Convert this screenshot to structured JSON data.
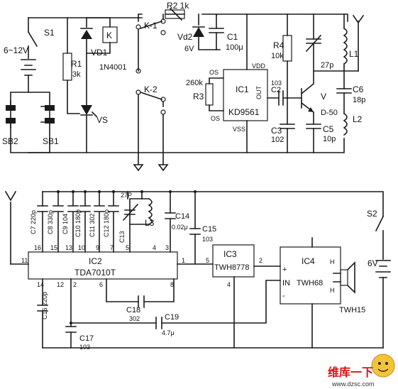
{
  "top": {
    "supply": "6~12V",
    "s1": "S1",
    "sb1": "SB1",
    "sb2": "SB2",
    "r1_name": "R1",
    "r1_val": "3k",
    "vd1_name": "VD1",
    "vd1_part": "1N4001",
    "relay": "K",
    "vs": "VS",
    "k1": "K-1",
    "k2": "K-2",
    "r2": "R2 1k",
    "vd2_name": "Vd2",
    "vd2_val": "6V",
    "c1_name": "C1",
    "c1_val": "100μ",
    "r3_name": "R3",
    "r3_val": "260k",
    "os1": "OS",
    "os2": "OS",
    "ic1_name": "IC1",
    "ic1_part": "KD9561",
    "vdd": "VDD",
    "vss": "VSS",
    "out": "OUT",
    "c2_num": "103",
    "c2_name": "C2",
    "r4_name": "R4",
    "r4_val": "10k",
    "c3_name": "C3",
    "c3_val": "102",
    "trim": "27p",
    "v": "V",
    "v_part": "D-50",
    "c5_name": "C5",
    "c5_val": "10p",
    "l1": "L1",
    "c6_name": "C6",
    "c6_val": "18p",
    "l2": "L2"
  },
  "bottom": {
    "ic2_name": "IC2",
    "ic2_part": "TDA7010T",
    "ic3_name": "IC3",
    "ic3_part": "TWH8778",
    "ic4_name": "IC4",
    "ic4_part": "TWH68",
    "speaker": "TWH15",
    "s2": "S2",
    "batt": "6V",
    "c7": "C7",
    "c7_val": "220p",
    "c8": "C8",
    "c8_val": "330p",
    "c9": "C9",
    "c9_val": "104",
    "c10": "C10",
    "c10_val": "180p",
    "c11": "C11",
    "c11_val": "302",
    "c12": "C12",
    "c12_val": "180p",
    "c13": "C13",
    "c13_trim": "27P",
    "l3": "L3",
    "c14": "C14",
    "c14_val": "0.02μ",
    "c15": "C15",
    "c15_val": "103",
    "c16": "C16",
    "c16_val": "220p",
    "c17": "C17",
    "c17_val": "103",
    "c18": "C18",
    "c18_val": "302",
    "c19": "C19",
    "c19_val": "4.7μ",
    "in_label": "IN",
    "h1": "H",
    "h2": "H",
    "plus": "+",
    "minus": "-",
    "pins": {
      "p16": "16",
      "p15": "15",
      "p13": "13",
      "p10": "10",
      "p9": "9",
      "p7": "7",
      "p5": "5",
      "p4": "4",
      "p3": "3",
      "p11": "11",
      "p1": "1",
      "p14": "14",
      "p12": "12",
      "p2": "2",
      "p6": "6",
      "p8": "8",
      "ic3_5": "5",
      "ic3_2": "2",
      "ic3_4": "4"
    }
  },
  "watermark": {
    "line1": "维库一下",
    "url": "www.dzsc.com"
  }
}
